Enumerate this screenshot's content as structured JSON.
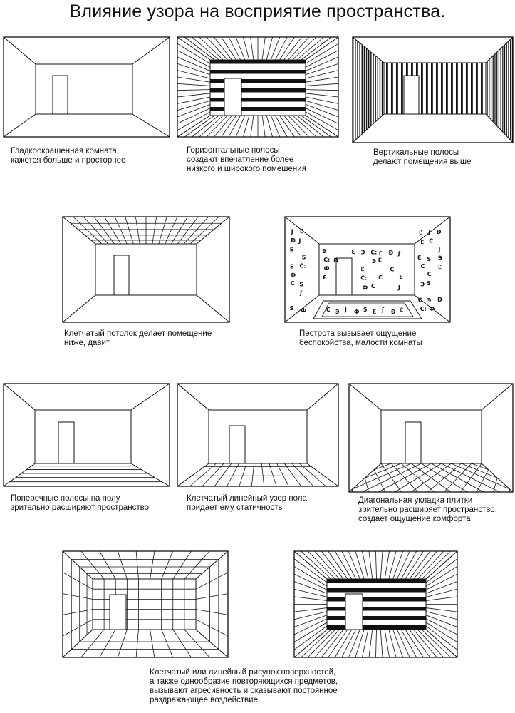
{
  "title": "Влияние узора на восприятие пространства.",
  "captions": {
    "plain": [
      "Гладкоокрашенная комната",
      "кажется больше и просторнее"
    ],
    "horizontal": [
      "Горизонтальные полосы",
      "создают впечатление более",
      "низкого  и широкого помешения"
    ],
    "vertical": [
      "Вертикальные полосы",
      "делают помещения выше"
    ],
    "checkered_ceiling": [
      "Клетчатый потолок делает помещение",
      "ниже, давит"
    ],
    "motley": [
      "Пестрота вызывает ощущение",
      "беспокойства, малости комнаты"
    ],
    "floor_stripes": [
      "Поперечные полосы на полу",
      "зрительно расширяют пространство"
    ],
    "floor_grid": [
      "Клетчатый линейный узор пола",
      "придает ему статичность"
    ],
    "floor_diagonal": [
      "Диагональная укладка плитки",
      "зрительно расширяет пространство,",
      "создает ощущение комфорта"
    ],
    "conclusion": [
      "Клетчатый или линейный рисунок поверхностей,",
      "а также однообразие повторяющихся предметов,",
      "вызывают агресивность и оказывают постоянное",
      "раздражающее воздействие."
    ]
  },
  "motley_marks": [
    "C",
    "Э",
    "J",
    "Ф",
    "S",
    "Ɛ",
    "ʃ",
    "Ð",
    "Ꮭ",
    "C:"
  ]
}
